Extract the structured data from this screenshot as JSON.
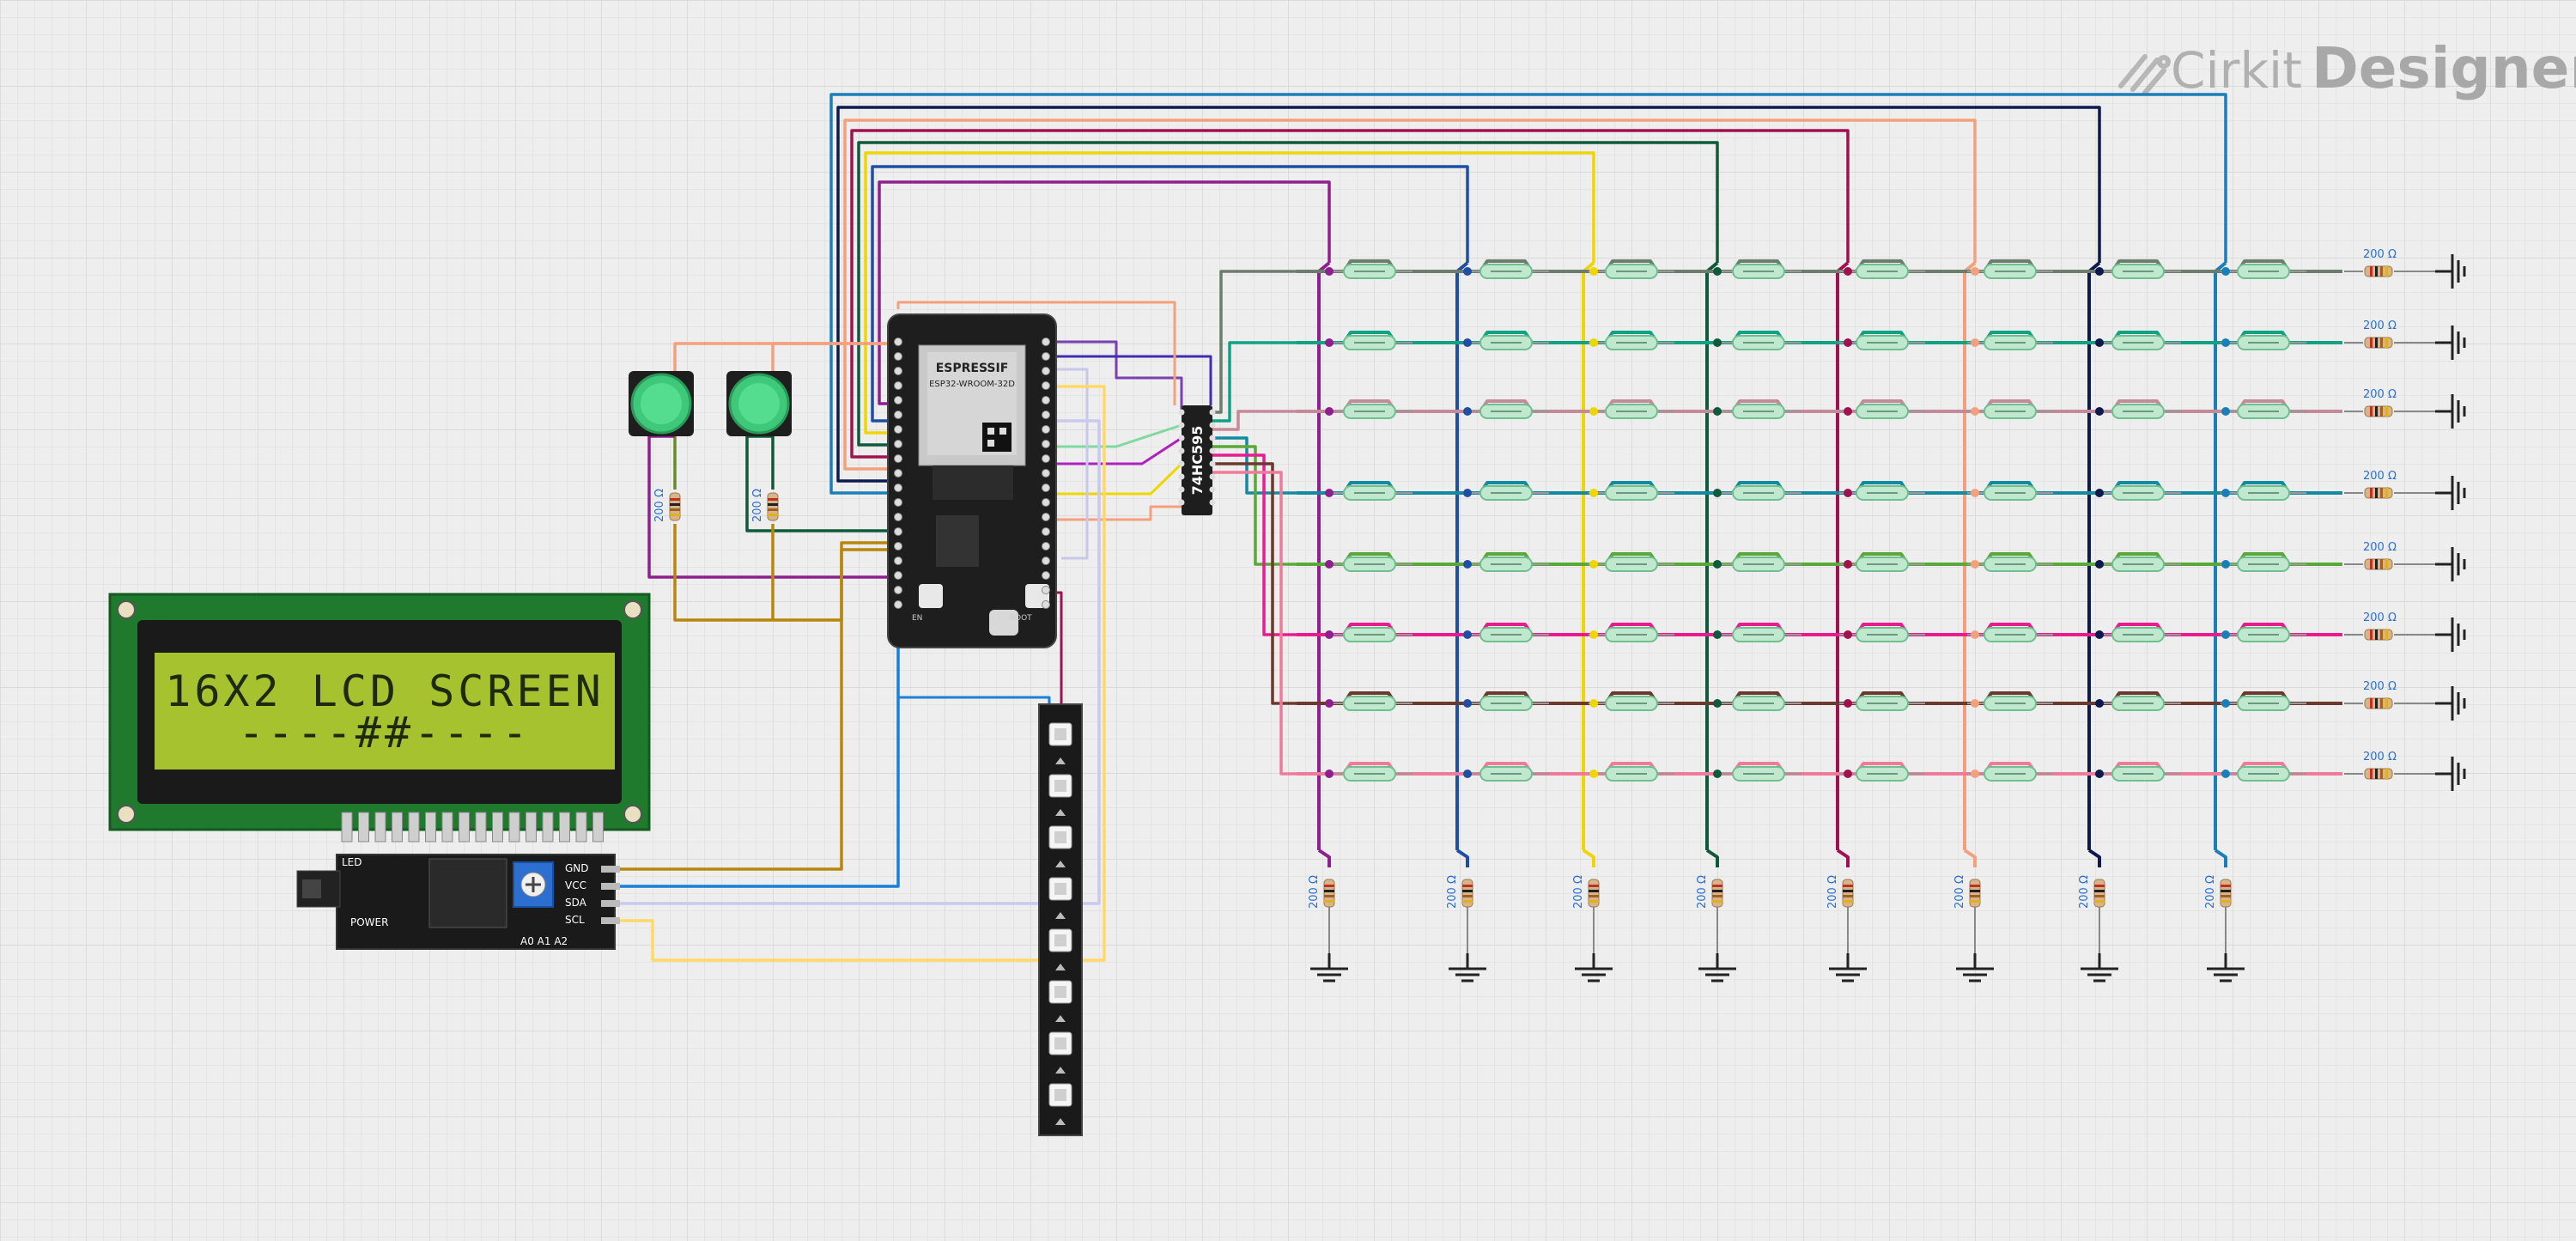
{
  "watermark": {
    "brand": "Cirkit",
    "product": "Designer"
  },
  "lcd": {
    "line1": "16X2 LCD SCREEN",
    "line2": "----##----"
  },
  "i2c": {
    "pins": [
      "GND",
      "VCC",
      "SDA",
      "SCL"
    ],
    "led_label": "LED",
    "power_label": "POWER",
    "addr_label": "A0 A1 A2"
  },
  "esp32": {
    "brand": "ESPRESSIF",
    "module": "ESP32-WROOM-32D",
    "btn_en": "EN",
    "btn_boot": "BOOT"
  },
  "shift_register": {
    "label": "74HC595"
  },
  "resistor_label": "200 Ω",
  "colors": {
    "purple": "#8e1f8e",
    "blue": "#1f4fa3",
    "yellow": "#f0d600",
    "darkgreen": "#0f5a3a",
    "maroon": "#a0124f",
    "salmon": "#f4a07c",
    "navy": "#0d1a4d",
    "cyan": "#1a7fb8",
    "row0": "#6b7d6b",
    "row1": "#11a183",
    "row2": "#c58a9a",
    "row3": "#138aa0",
    "row4": "#5aa83a",
    "row5": "#e81c8e",
    "row6": "#6b3a2e",
    "row7": "#f07a9a"
  }
}
